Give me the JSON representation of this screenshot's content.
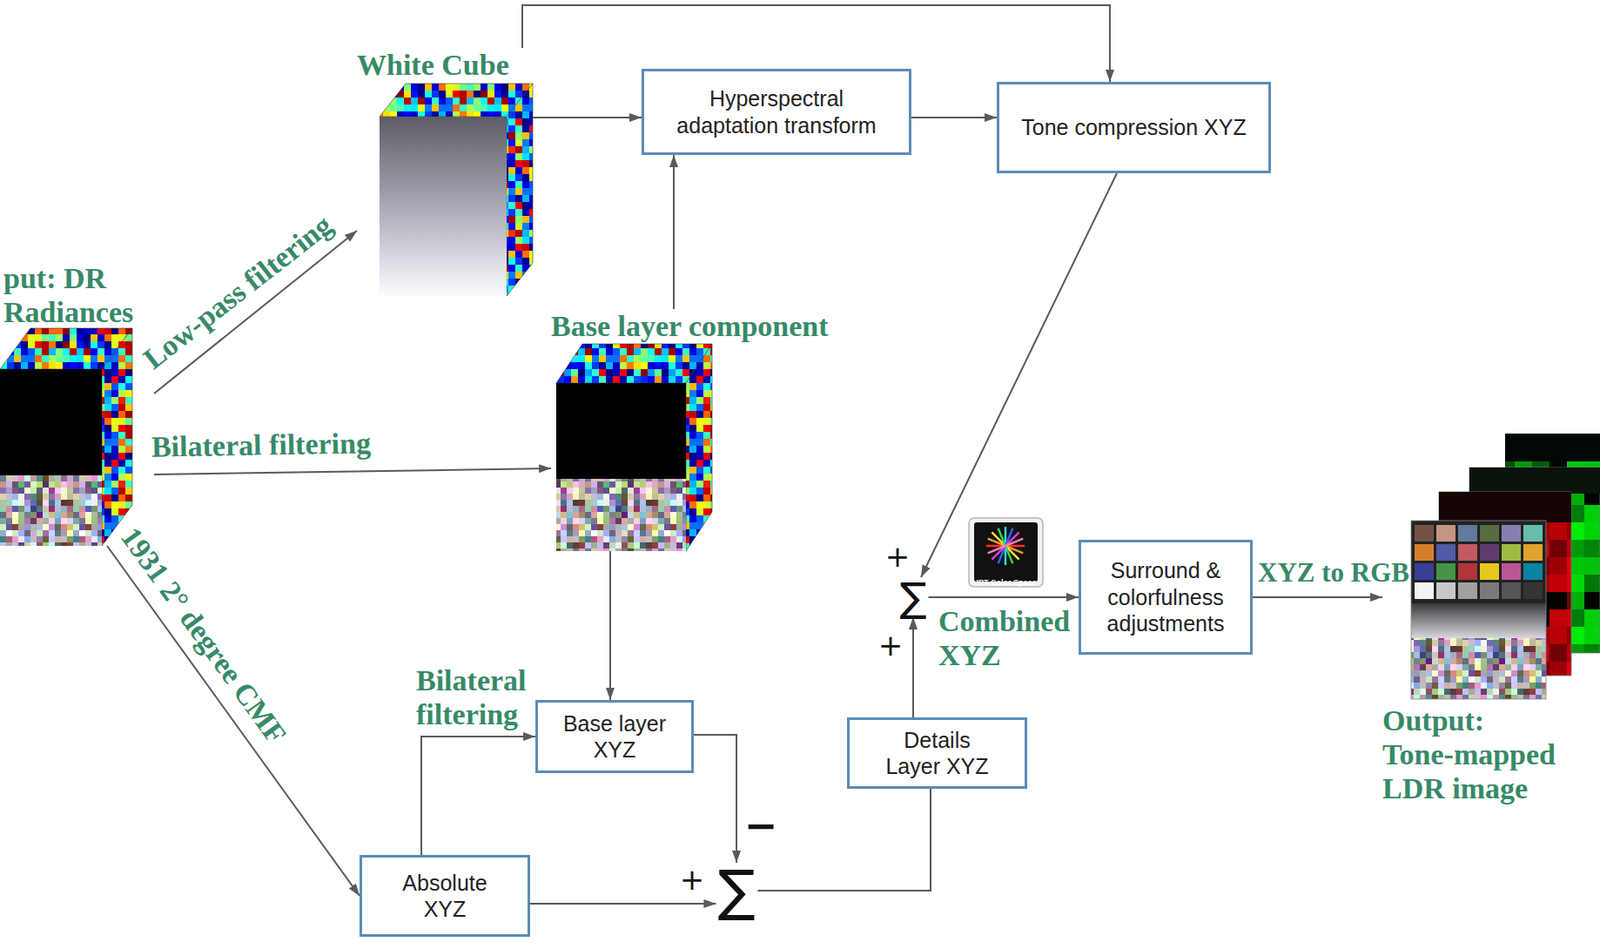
{
  "diagram": {
    "nodes": [
      {
        "text": [
          "White Cube"
        ]
      },
      {
        "text": [
          "Hyperspectral adaptation transform"
        ]
      },
      {
        "text": [
          "Tone compression XYZ"
        ]
      },
      {
        "text": [
          "put: DR Radiances"
        ]
      },
      {
        "text": [
          "Base layer component"
        ]
      },
      {
        "text": [
          "∑"
        ]
      },
      {
        "text": [
          "Surround & colorfulness adjustments"
        ]
      },
      {
        "text": [
          "Output: Tone-mapped LDR image"
        ]
      },
      {
        "text": [
          "Base layer XYZ"
        ]
      },
      {
        "text": [
          "Details Layer XYZ"
        ]
      },
      {
        "text": [
          "Absolute XYZ"
        ]
      },
      {
        "text": [
          "∑"
        ]
      }
    ],
    "edges": [
      {
        "from": 3,
        "to": 0,
        "arrow": "to",
        "label": "Low-pass filtering"
      },
      {
        "from": 3,
        "to": 4,
        "arrow": "to",
        "label": "Bilateral filtering"
      },
      {
        "from": 3,
        "to": 10,
        "arrow": "to",
        "label": "1931 2° degree CMF"
      },
      {
        "from": 0,
        "to": 1,
        "arrow": "to"
      },
      {
        "from": 0,
        "to": 2,
        "arrow": "to"
      },
      {
        "from": 1,
        "to": 2,
        "arrow": "to"
      },
      {
        "from": 4,
        "to": 1,
        "arrow": "to"
      },
      {
        "from": 4,
        "to": 8,
        "arrow": "to"
      },
      {
        "from": 10,
        "to": 8,
        "arrow": "to",
        "label": "Bilateral filtering"
      },
      {
        "from": 8,
        "to": 11,
        "arrow": "to"
      },
      {
        "from": 10,
        "to": 11,
        "arrow": "to"
      },
      {
        "from": 11,
        "to": 9,
        "arrow": "none"
      },
      {
        "from": 9,
        "to": 5,
        "arrow": "to"
      },
      {
        "from": 2,
        "to": 5,
        "arrow": "to"
      },
      {
        "from": 5,
        "to": 6,
        "arrow": "to",
        "label": "Combined XYZ"
      },
      {
        "from": 6,
        "to": 7,
        "arrow": "to",
        "label": "XYZ to RGB"
      }
    ],
    "labels": [
      "IPT Color Space",
      "+",
      "+",
      "−",
      "+"
    ]
  }
}
